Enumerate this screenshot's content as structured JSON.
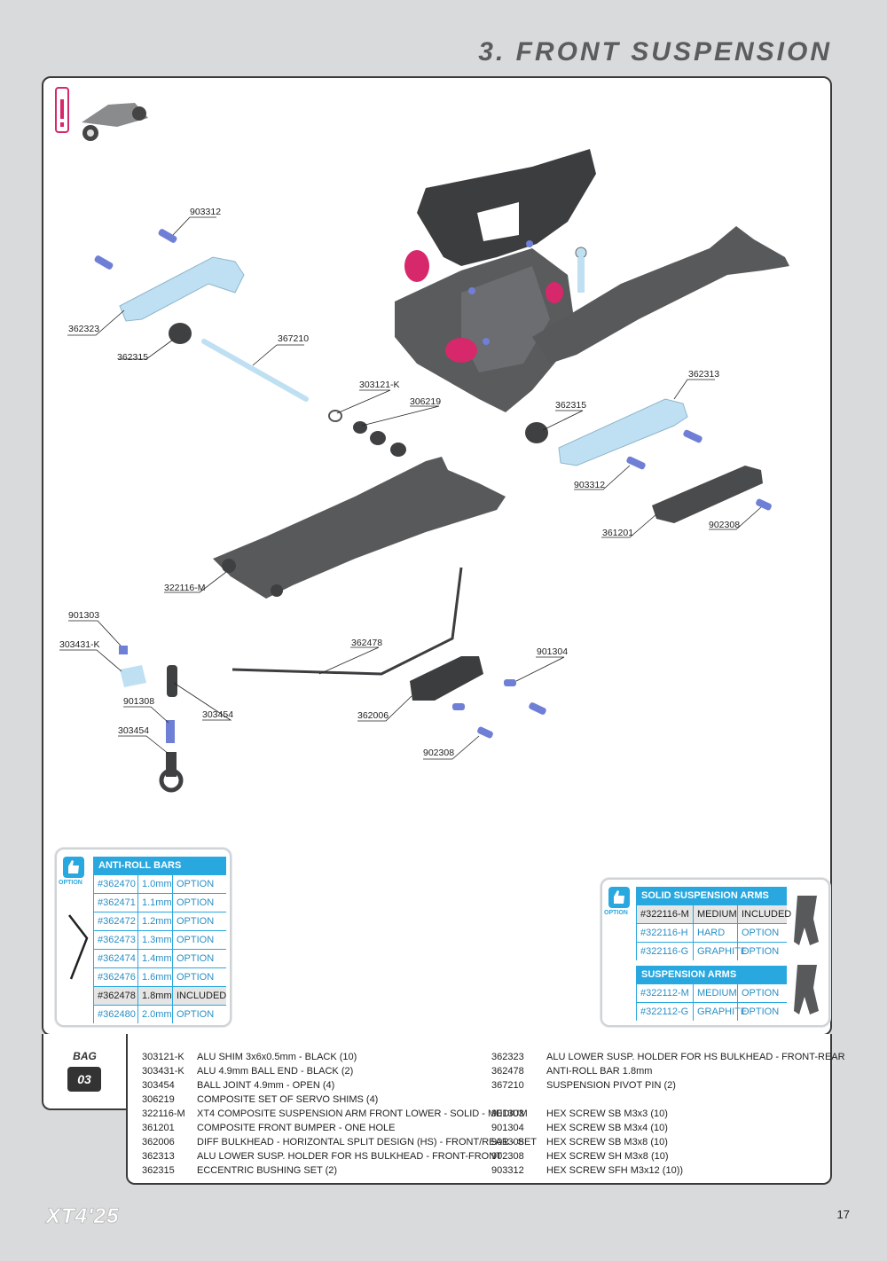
{
  "section_title": "3. FRONT SUSPENSION",
  "callouts": [
    {
      "id": "c903312a",
      "text": "903312"
    },
    {
      "id": "c362323",
      "text": "362323"
    },
    {
      "id": "c362315a",
      "text": "362315"
    },
    {
      "id": "c367210",
      "text": "367210"
    },
    {
      "id": "c303121k",
      "text": "303121-K"
    },
    {
      "id": "c306219",
      "text": "306219"
    },
    {
      "id": "c362313",
      "text": "362313"
    },
    {
      "id": "c362315b",
      "text": "362315"
    },
    {
      "id": "c903312b",
      "text": "903312"
    },
    {
      "id": "c361201",
      "text": "361201"
    },
    {
      "id": "c902308a",
      "text": "902308"
    },
    {
      "id": "c322116m",
      "text": "322116-M"
    },
    {
      "id": "c901303",
      "text": "901303"
    },
    {
      "id": "c303431k",
      "text": "303431-K"
    },
    {
      "id": "c362478",
      "text": "362478"
    },
    {
      "id": "c901304",
      "text": "901304"
    },
    {
      "id": "c901308",
      "text": "901308"
    },
    {
      "id": "c303454a",
      "text": "303454"
    },
    {
      "id": "c303454b",
      "text": "303454"
    },
    {
      "id": "c362006",
      "text": "362006"
    },
    {
      "id": "c902308b",
      "text": "902308"
    }
  ],
  "anti_roll": {
    "title": "ANTI-ROLL BARS",
    "option_label": "OPTION",
    "rows": [
      {
        "part": "#362470",
        "size": "1.0mm",
        "status": "OPTION",
        "included": false
      },
      {
        "part": "#362471",
        "size": "1.1mm",
        "status": "OPTION",
        "included": false
      },
      {
        "part": "#362472",
        "size": "1.2mm",
        "status": "OPTION",
        "included": false
      },
      {
        "part": "#362473",
        "size": "1.3mm",
        "status": "OPTION",
        "included": false
      },
      {
        "part": "#362474",
        "size": "1.4mm",
        "status": "OPTION",
        "included": false
      },
      {
        "part": "#362476",
        "size": "1.6mm",
        "status": "OPTION",
        "included": false
      },
      {
        "part": "#362478",
        "size": "1.8mm",
        "status": "INCLUDED",
        "included": true
      },
      {
        "part": "#362480",
        "size": "2.0mm",
        "status": "OPTION",
        "included": false
      }
    ]
  },
  "solid_arms": {
    "title": "SOLID SUSPENSION ARMS",
    "option_label": "OPTION",
    "rows": [
      {
        "part": "#322116-M",
        "type": "MEDIUM",
        "status": "INCLUDED",
        "included": true
      },
      {
        "part": "#322116-H",
        "type": "HARD",
        "status": "OPTION",
        "included": false
      },
      {
        "part": "#322116-G",
        "type": "GRAPHITE",
        "status": "OPTION",
        "included": false
      }
    ]
  },
  "susp_arms": {
    "title": "SUSPENSION ARMS",
    "rows": [
      {
        "part": "#322112-M",
        "type": "MEDIUM",
        "status": "OPTION"
      },
      {
        "part": "#322112-G",
        "type": "GRAPHITE",
        "status": "OPTION"
      }
    ]
  },
  "bag": {
    "label": "BAG",
    "number": "03"
  },
  "parts_left": [
    {
      "code": "303121-K",
      "desc": "ALU SHIM 3x6x0.5mm - BLACK (10)"
    },
    {
      "code": "303431-K",
      "desc": "ALU 4.9mm BALL END - BLACK (2)"
    },
    {
      "code": "303454",
      "desc": "BALL JOINT 4.9mm - OPEN (4)"
    },
    {
      "code": "306219",
      "desc": "COMPOSITE SET OF SERVO SHIMS (4)"
    },
    {
      "code": "322116-M",
      "desc": "XT4 COMPOSITE SUSPENSION ARM FRONT LOWER - SOLID - MEDIUM"
    },
    {
      "code": "361201",
      "desc": "COMPOSITE FRONT BUMPER - ONE HOLE"
    },
    {
      "code": "362006",
      "desc": "DIFF BULKHEAD - HORIZONTAL SPLIT DESIGN (HS) - FRONT/REAR - SET"
    },
    {
      "code": "362313",
      "desc": "ALU LOWER SUSP. HOLDER FOR HS BULKHEAD - FRONT-FRONT"
    },
    {
      "code": "362315",
      "desc": "ECCENTRIC BUSHING SET (2)"
    }
  ],
  "parts_right": [
    {
      "code": "362323",
      "desc": "ALU LOWER SUSP. HOLDER FOR HS BULKHEAD - FRONT-REAR"
    },
    {
      "code": "362478",
      "desc": "ANTI-ROLL BAR 1.8mm"
    },
    {
      "code": "367210",
      "desc": "SUSPENSION PIVOT PIN (2)"
    },
    {
      "code": "",
      "desc": ""
    },
    {
      "code": "901303",
      "desc": "HEX SCREW  SB M3x3  (10)"
    },
    {
      "code": "901304",
      "desc": "HEX SCREW  SB M3x4  (10)"
    },
    {
      "code": "901308",
      "desc": "HEX SCREW  SB M3x8  (10)"
    },
    {
      "code": "902308",
      "desc": "HEX SCREW  SH M3x8  (10)"
    },
    {
      "code": "903312",
      "desc": "HEX SCREW  SFH M3x12  (10))"
    }
  ],
  "brand": "XT4'25",
  "page_number": "17",
  "colors": {
    "accent": "#29a8e0",
    "part_grey": "#5a5b5d",
    "alu_blue": "#bfe0f2",
    "screw_blue": "#6f7fd6",
    "pink": "#d6286b"
  }
}
